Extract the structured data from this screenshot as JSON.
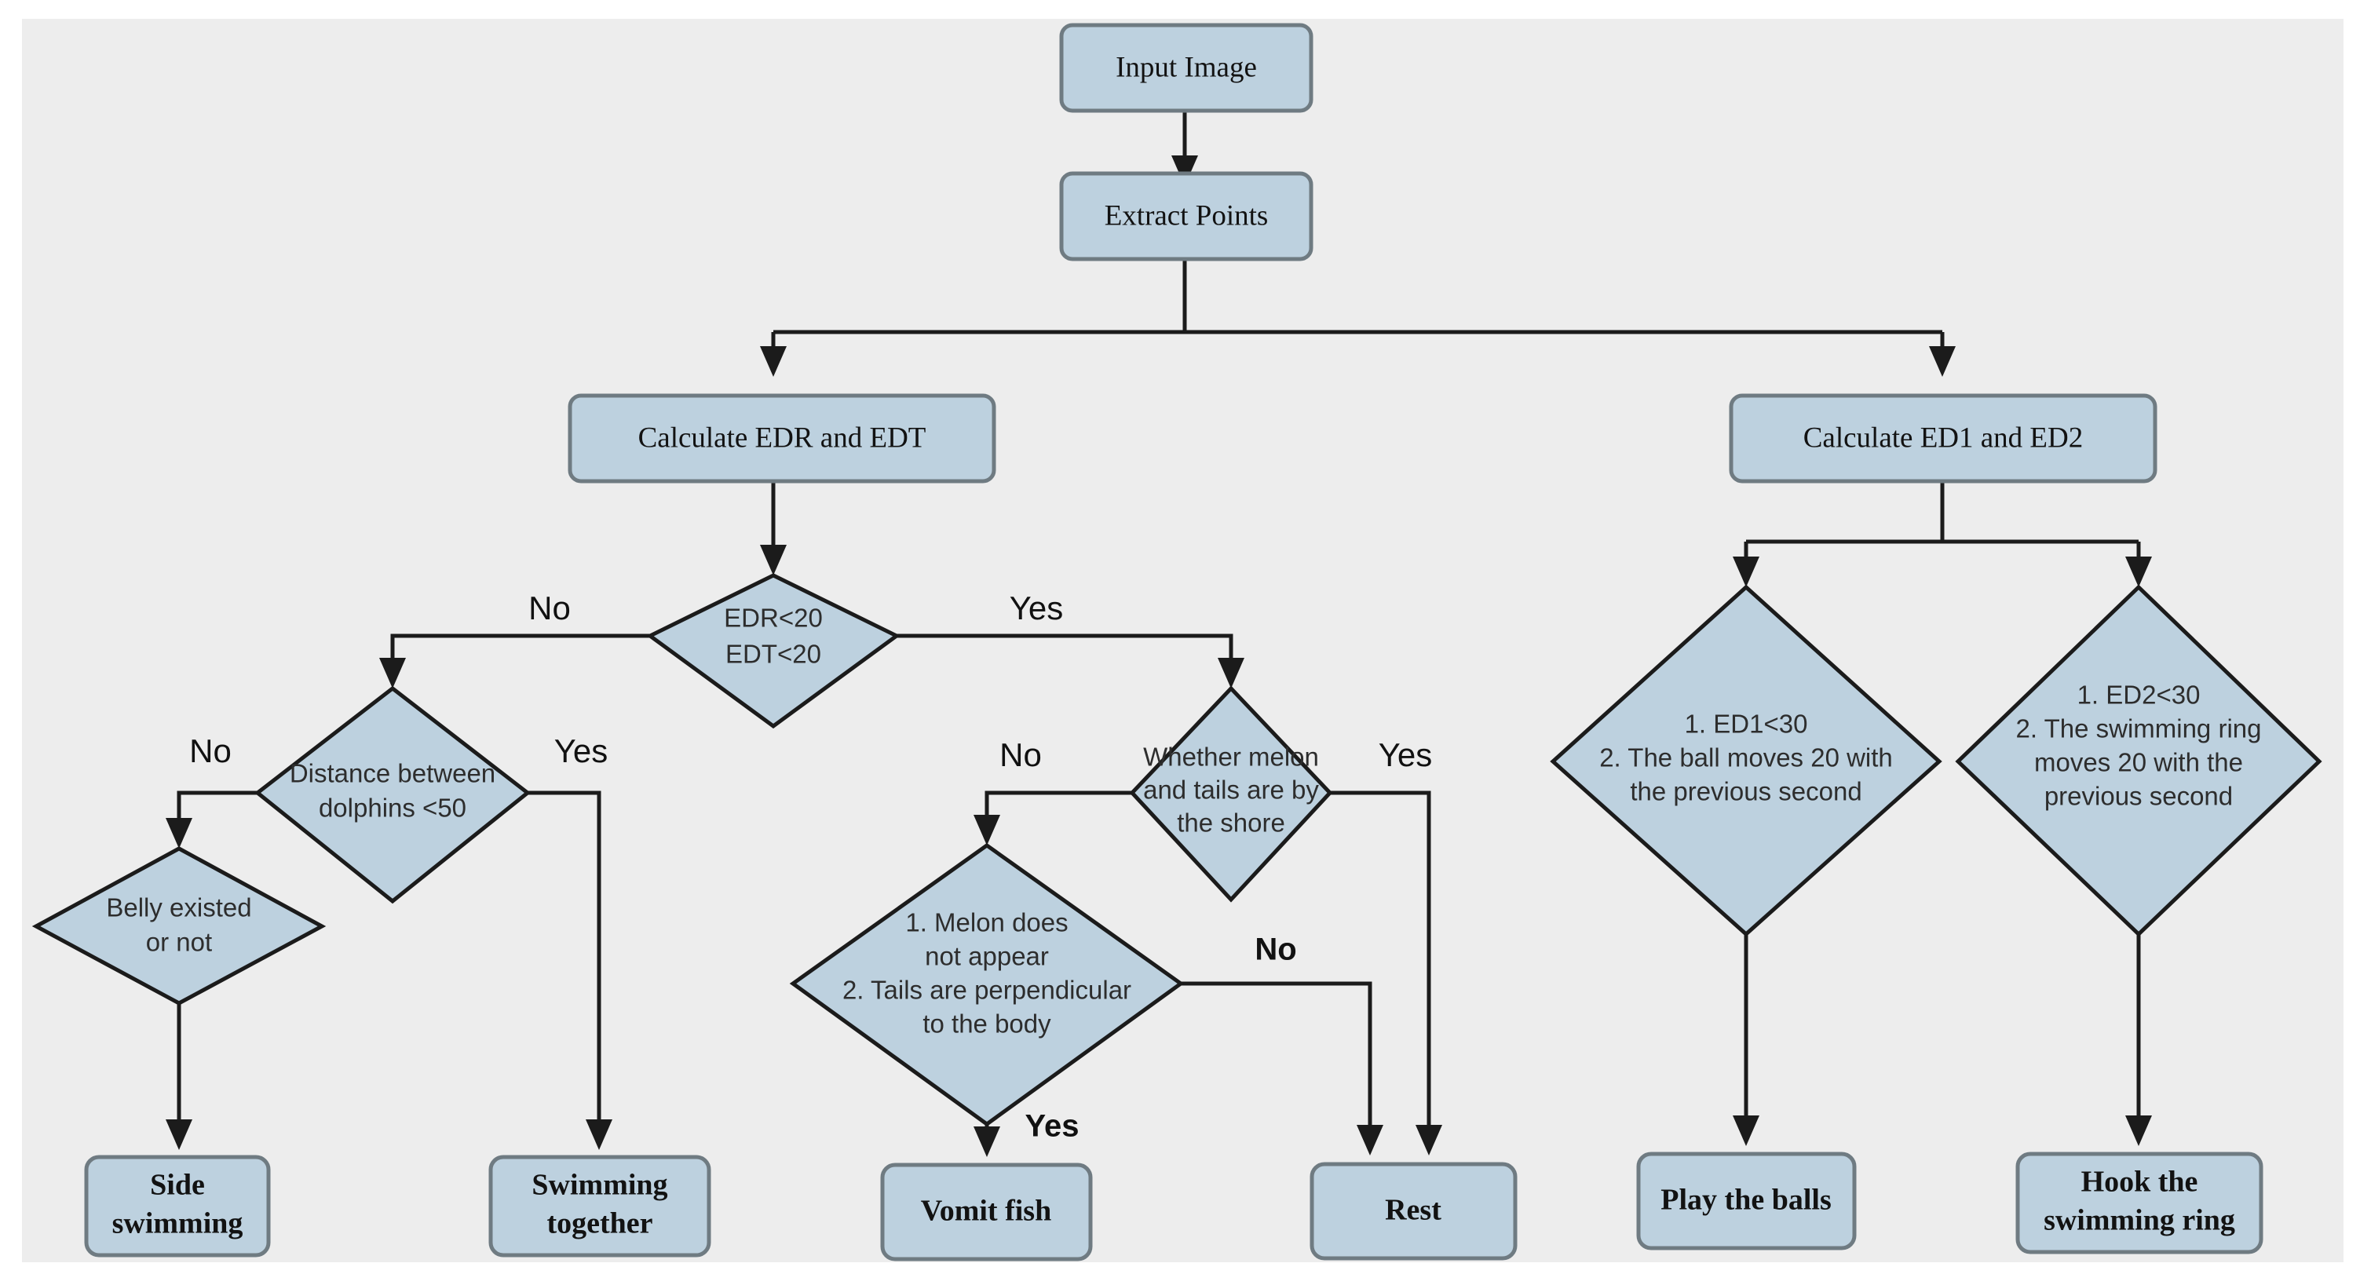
{
  "diagram": {
    "title": "Dolphin behaviour recognition decision flowchart",
    "background_color": "#ededed",
    "page_color": "#ffffff",
    "node_fill": "#bdd1df",
    "process_stroke": "#6f7b82",
    "decision_stroke": "#1b1b1b",
    "edge_color": "#1b1b1b",
    "text_color": "#121212"
  },
  "nodes": {
    "input_image": {
      "label": "Input Image",
      "shape": "process"
    },
    "extract_points": {
      "label": "Extract Points",
      "shape": "process"
    },
    "calc_edr_edt": {
      "label": "Calculate EDR and EDT",
      "shape": "process"
    },
    "calc_ed1_ed2": {
      "label": "Calculate ED1 and ED2",
      "shape": "process"
    },
    "edr_edt_check": {
      "shape": "decision",
      "lines": [
        "EDR<20",
        "EDT<20"
      ]
    },
    "distance_dolphins": {
      "shape": "decision",
      "lines": [
        "Distance between",
        "dolphins <50"
      ]
    },
    "belly_existed": {
      "shape": "decision",
      "lines": [
        "Belly existed",
        "or not"
      ]
    },
    "melon_tails_shore": {
      "shape": "decision",
      "lines": [
        "Whether melon",
        "and tails are by",
        "the shore"
      ]
    },
    "melon_tails_body": {
      "shape": "decision",
      "lines": [
        "1. Melon does",
        "not appear",
        "2. Tails are perpendicular",
        "to the body"
      ]
    },
    "ed1_check": {
      "shape": "decision",
      "lines": [
        "1. ED1<30",
        "2. The ball moves 20 with",
        "the previous second"
      ]
    },
    "ed2_check": {
      "shape": "decision",
      "lines": [
        "1. ED2<30",
        "2. The swimming ring",
        "moves 20 with the",
        "previous second"
      ]
    },
    "side_swimming": {
      "shape": "terminal",
      "lines": [
        "Side",
        "swimming"
      ]
    },
    "swimming_together": {
      "shape": "terminal",
      "lines": [
        "Swimming",
        "together"
      ]
    },
    "vomit_fish": {
      "shape": "terminal",
      "lines": [
        "Vomit fish"
      ]
    },
    "rest": {
      "shape": "terminal",
      "lines": [
        "Rest"
      ]
    },
    "play_the_balls": {
      "shape": "terminal",
      "lines": [
        "Play the balls"
      ]
    },
    "hook_swimming_ring": {
      "shape": "terminal",
      "lines": [
        "Hook the",
        "swimming ring"
      ]
    }
  },
  "edge_labels": {
    "edr_no": "No",
    "edr_yes": "Yes",
    "dist_no": "No",
    "dist_yes": "Yes",
    "shore_no": "No",
    "shore_yes": "Yes",
    "body_no": "No",
    "body_yes": "Yes"
  },
  "flow": [
    {
      "from": "input_image",
      "to": "extract_points",
      "label": ""
    },
    {
      "from": "extract_points",
      "to": "calc_edr_edt",
      "label": ""
    },
    {
      "from": "extract_points",
      "to": "calc_ed1_ed2",
      "label": ""
    },
    {
      "from": "calc_edr_edt",
      "to": "edr_edt_check",
      "label": ""
    },
    {
      "from": "edr_edt_check",
      "to": "distance_dolphins",
      "label": "No"
    },
    {
      "from": "edr_edt_check",
      "to": "melon_tails_shore",
      "label": "Yes"
    },
    {
      "from": "distance_dolphins",
      "to": "belly_existed",
      "label": "No"
    },
    {
      "from": "distance_dolphins",
      "to": "swimming_together",
      "label": "Yes"
    },
    {
      "from": "belly_existed",
      "to": "side_swimming",
      "label": ""
    },
    {
      "from": "melon_tails_shore",
      "to": "melon_tails_body",
      "label": "No"
    },
    {
      "from": "melon_tails_shore",
      "to": "rest",
      "label": "Yes"
    },
    {
      "from": "melon_tails_body",
      "to": "vomit_fish",
      "label": "Yes"
    },
    {
      "from": "melon_tails_body",
      "to": "rest",
      "label": "No"
    },
    {
      "from": "calc_ed1_ed2",
      "to": "ed1_check",
      "label": ""
    },
    {
      "from": "calc_ed1_ed2",
      "to": "ed2_check",
      "label": ""
    },
    {
      "from": "ed1_check",
      "to": "play_the_balls",
      "label": ""
    },
    {
      "from": "ed2_check",
      "to": "hook_swimming_ring",
      "label": ""
    }
  ]
}
